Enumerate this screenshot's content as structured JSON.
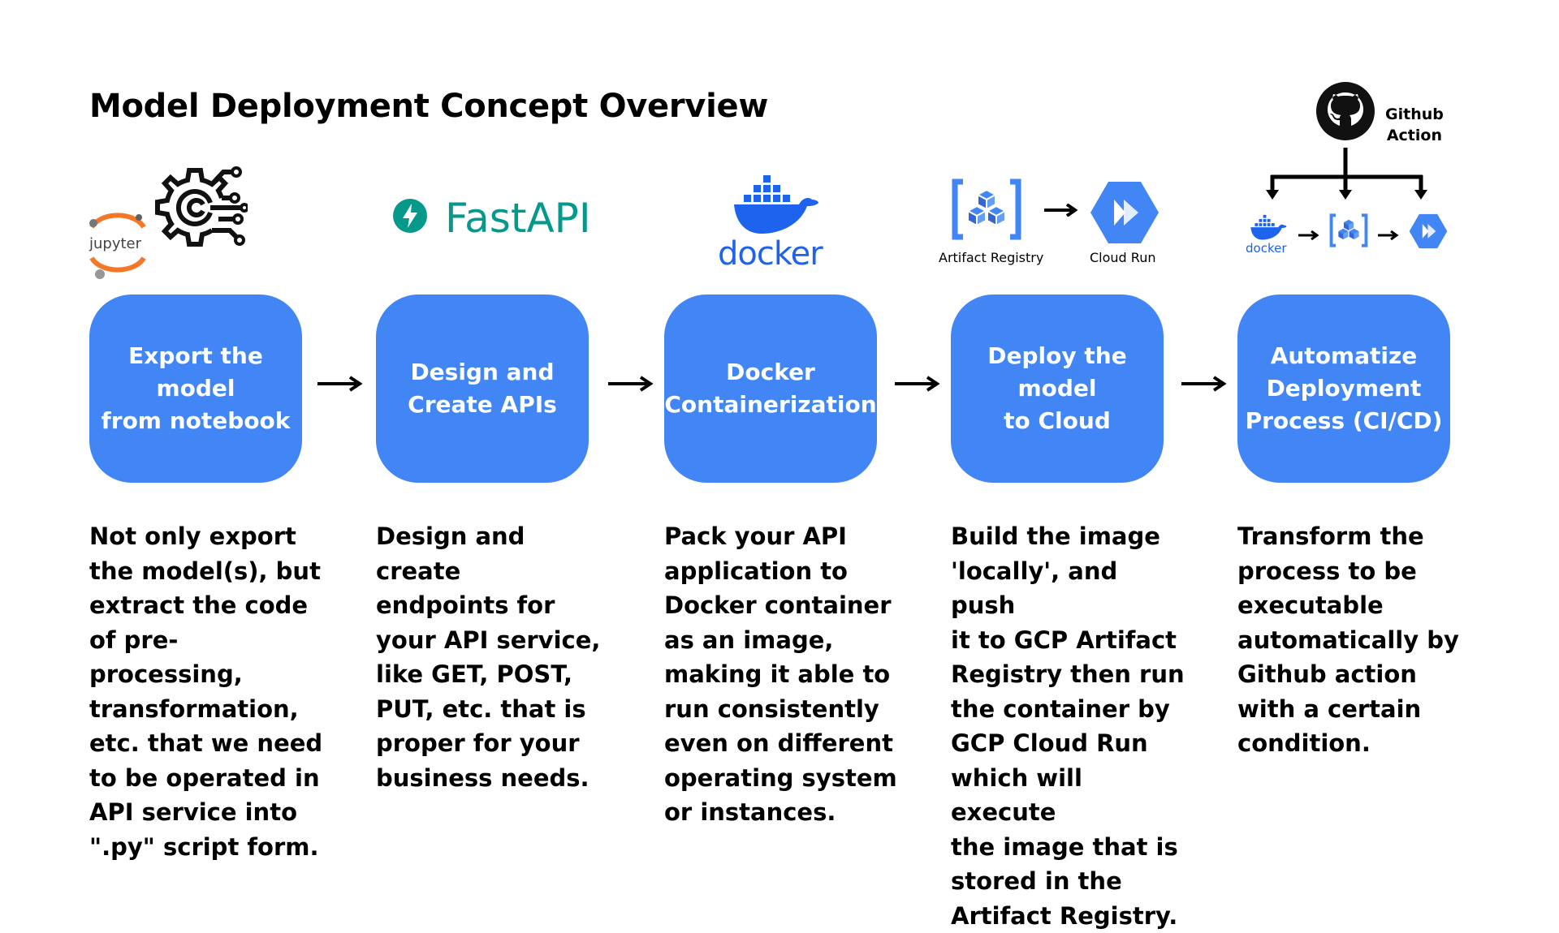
{
  "title": "Model Deployment Concept Overview",
  "accent_color": "#4285f4",
  "steps": [
    {
      "title": "Export the model\nfrom notebook",
      "icon": "jupyter-gear-icon",
      "description": "Not only export\nthe model(s), but\nextract the code\nof pre-processing,\ntransformation,\netc. that we need\nto be operated in\nAPI service into\n\".py\" script form."
    },
    {
      "title": "Design and\nCreate APIs",
      "icon": "fastapi-logo",
      "description": "Design and create\nendpoints for\nyour API service,\nlike GET, POST,\nPUT, etc. that is\nproper for your\nbusiness needs."
    },
    {
      "title": "Docker\nContainerization",
      "icon": "docker-logo",
      "description": "Pack your API\napplication to\nDocker container\nas an image,\nmaking it able to\nrun consistently\neven on different\noperating system\nor instances."
    },
    {
      "title": "Deploy the model\nto Cloud",
      "icon": "artifact-registry-cloud-run-icons",
      "description": "Build the image\n'locally', and push\nit to GCP Artifact\nRegistry then run\nthe container by\nGCP Cloud Run\nwhich will execute\nthe image that is\nstored in the\nArtifact Registry."
    },
    {
      "title": "Automatize\nDeployment\nProcess (CI/CD)",
      "icon": "github-action-pipeline-icons",
      "description": "Transform the\nprocess to be\nexecutable\nautomatically by\nGithub action\nwith a certain\ncondition."
    }
  ],
  "logos": {
    "jupyter": "jupyter",
    "fastapi": "FastAPI",
    "docker": "docker",
    "docker_small": "docker",
    "artifact_registry": "Artifact Registry",
    "cloud_run": "Cloud Run",
    "github_action": "Github\nAction"
  }
}
